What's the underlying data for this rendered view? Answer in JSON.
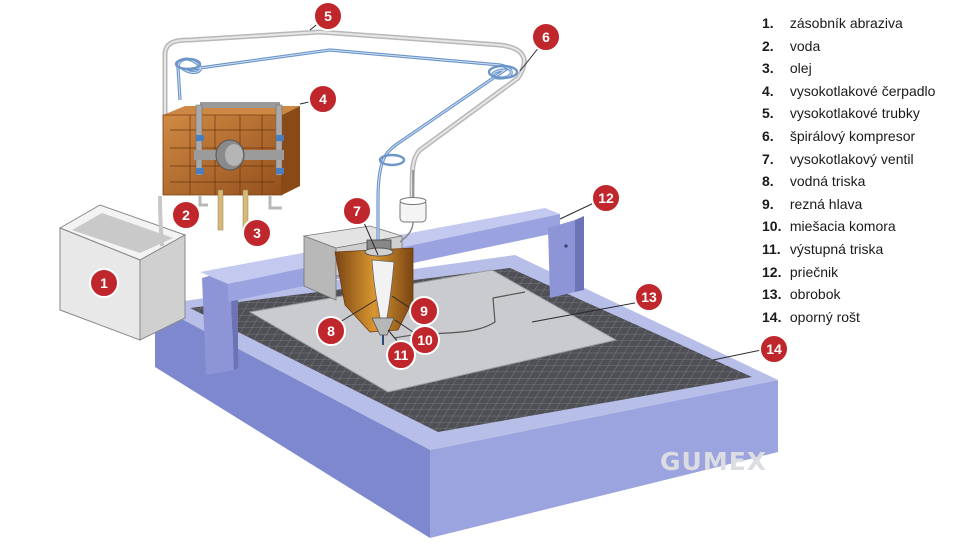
{
  "legend": [
    {
      "num": "1.",
      "label": "zásobník abraziva"
    },
    {
      "num": "2.",
      "label": "voda"
    },
    {
      "num": "3.",
      "label": "olej"
    },
    {
      "num": "4.",
      "label": "vysokotlakové čerpadlo"
    },
    {
      "num": "5.",
      "label": "vysokotlakové trubky"
    },
    {
      "num": "6.",
      "label": "špirálový kompresor"
    },
    {
      "num": "7.",
      "label": "vysokotlakový ventil"
    },
    {
      "num": "8.",
      "label": "vodná triska"
    },
    {
      "num": "9.",
      "label": "rezná hlava"
    },
    {
      "num": "10.",
      "label": "miešacia komora"
    },
    {
      "num": "11.",
      "label": "výstupná triska"
    },
    {
      "num": "12.",
      "label": "priečnik"
    },
    {
      "num": "13.",
      "label": "obrobok"
    },
    {
      "num": "14.",
      "label": "oporný rošt"
    }
  ],
  "callouts": {
    "c1": "1",
    "c2": "2",
    "c3": "3",
    "c4": "4",
    "c5": "5",
    "c6": "6",
    "c7": "7",
    "c8": "8",
    "c9": "9",
    "c10": "10",
    "c11": "11",
    "c12": "12",
    "c13": "13",
    "c14": "14"
  },
  "watermark": "GUMEX",
  "colors": {
    "callout": "#c0272d",
    "table_side": "#8d95d6",
    "table_top": "#b7bee8",
    "grid": "#4f5055",
    "workpiece": "#c9cbcf",
    "pump": "#b86e2c"
  }
}
